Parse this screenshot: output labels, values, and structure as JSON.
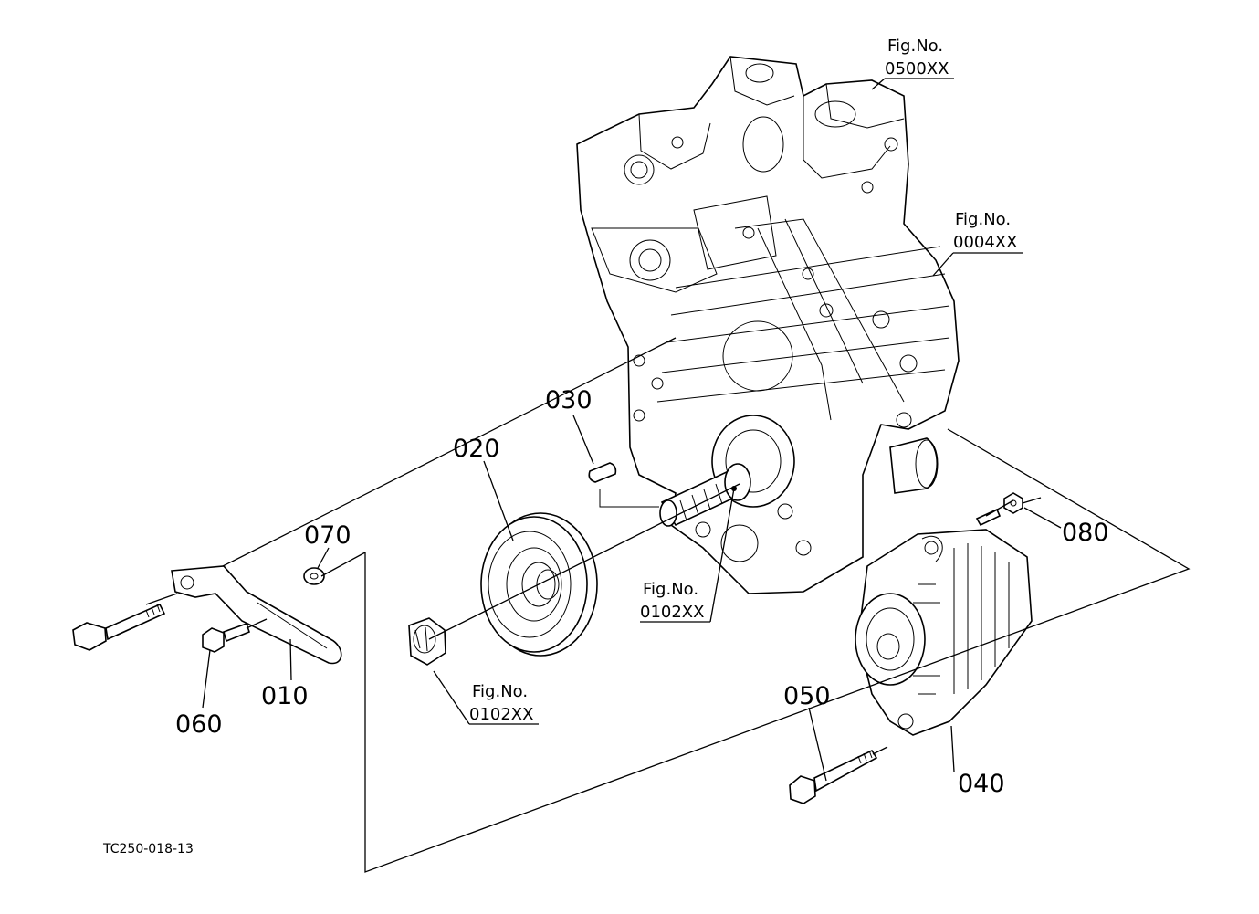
{
  "part_labels": {
    "p010": "010",
    "p020": "020",
    "p030": "030",
    "p040": "040",
    "p050": "050",
    "p060": "060",
    "p070": "070",
    "p080": "080"
  },
  "fig_refs": {
    "gear_case": {
      "line1": "Fig.No.",
      "line2": "0500XX"
    },
    "block": {
      "line1": "Fig.No.",
      "line2": "0004XX"
    },
    "crankshaft": {
      "line1": "Fig.No.",
      "line2": "0102XX"
    },
    "nut": {
      "line1": "Fig.No.",
      "line2": "0102XX"
    }
  },
  "drawing_code": "TC250-018-13"
}
